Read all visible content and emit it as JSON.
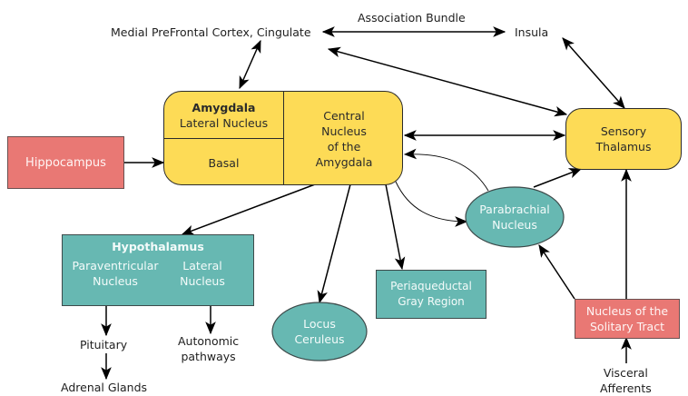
{
  "diagram": {
    "labels": {
      "mpfc": "Medial PreFrontal Cortex, Cingulate",
      "association": "Association Bundle",
      "insula": "Insula",
      "pituitary": "Pituitary",
      "adrenal": "Adrenal Glands",
      "autonomic_1": "Autonomic",
      "autonomic_2": "pathways",
      "visceral_1": "Visceral",
      "visceral_2": "Afferents"
    },
    "amygdala": {
      "title": "Amygdala",
      "lateral": "Lateral Nucleus",
      "basal": "Basal",
      "central_1": "Central",
      "central_2": "Nucleus",
      "central_3": "of the",
      "central_4": "Amygdala"
    },
    "hippocampus": "Hippocampus",
    "sensory_thalamus": {
      "line1": "Sensory",
      "line2": "Thalamus"
    },
    "parabrachial": {
      "line1": "Parabrachial",
      "line2": "Nucleus"
    },
    "hypothalamus": {
      "title": "Hypothalamus",
      "pvn_1": "Paraventricular",
      "pvn_2": "Nucleus",
      "lat_1": "Lateral",
      "lat_2": "Nucleus"
    },
    "locus": {
      "line1": "Locus",
      "line2": "Ceruleus"
    },
    "pag": {
      "line1": "Periaqueductal",
      "line2": "Gray Region"
    },
    "nts": {
      "line1": "Nucleus of the",
      "line2": "Solitary Tract"
    },
    "colors": {
      "yellow": "#fddb56",
      "teal": "#67b8b2",
      "red": "#e97874"
    }
  }
}
